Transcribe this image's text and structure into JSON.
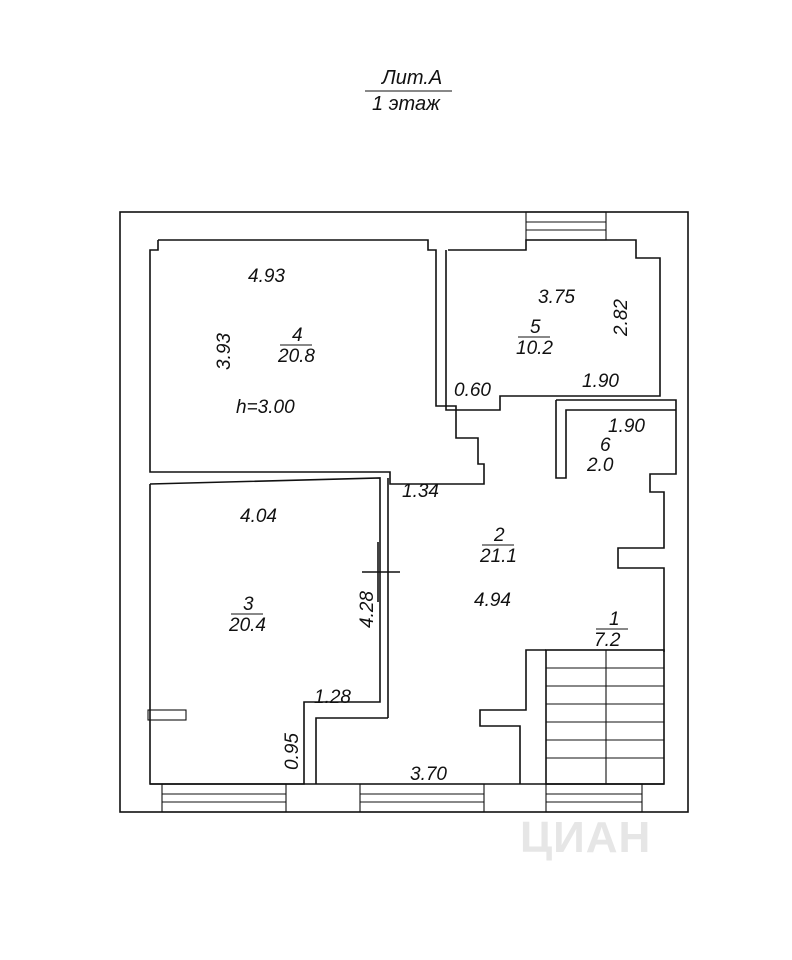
{
  "title": {
    "line1": "Лит.А",
    "line2": "1 этаж"
  },
  "rooms": {
    "r4": {
      "num": "4",
      "area": "20.8"
    },
    "r5": {
      "num": "5",
      "area": "10.2"
    },
    "r6": {
      "num": "6",
      "area": "2.0"
    },
    "r2": {
      "num": "2",
      "area": "21.1"
    },
    "r3": {
      "num": "3",
      "area": "20.4"
    },
    "r1": {
      "num": "1",
      "area": "7.2"
    }
  },
  "dims": {
    "r4_width": "4.93",
    "r4_depth": "3.93",
    "height": "h=3.00",
    "r5_width": "3.75",
    "r5_depth": "2.82",
    "niche": "0.60",
    "r5_bottom": "1.90",
    "r6_width": "1.90",
    "corridor": "1.34",
    "r3_width": "4.04",
    "r3_depth": "4.28",
    "r2_width": "4.94",
    "step": "1.28",
    "door": "0.95",
    "bottom": "3.70"
  },
  "watermark": "ЦИАН"
}
